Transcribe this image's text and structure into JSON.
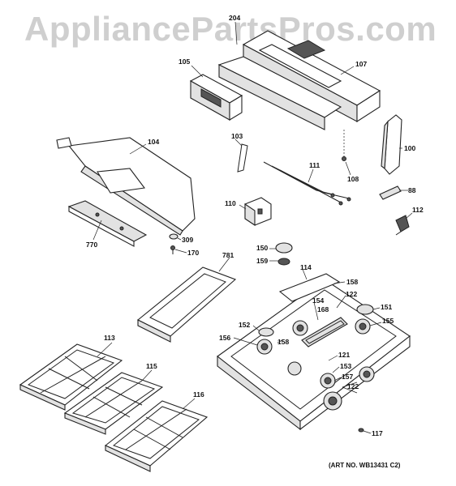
{
  "watermark": "AppliancePartsPros.com",
  "art_number": "(ART NO. WB13431 C2)",
  "part_labels": {
    "p204": "204",
    "p105": "105",
    "p107": "107",
    "p104": "104",
    "p103": "103",
    "p100": "100",
    "p111": "111",
    "p108": "108",
    "p88": "88",
    "p110": "110",
    "p112": "112",
    "p770": "770",
    "p309": "309",
    "p170": "170",
    "p781": "781",
    "p150": "150",
    "p159": "159",
    "p114": "114",
    "p158a": "158",
    "p122a": "122",
    "p154": "154",
    "p168": "168",
    "p151": "151",
    "p152": "152",
    "p155": "155",
    "p156": "156",
    "p158b": "158",
    "p121": "121",
    "p153": "153",
    "p157": "157",
    "p122b": "122",
    "p113": "113",
    "p115": "115",
    "p116": "116",
    "p117": "117"
  }
}
